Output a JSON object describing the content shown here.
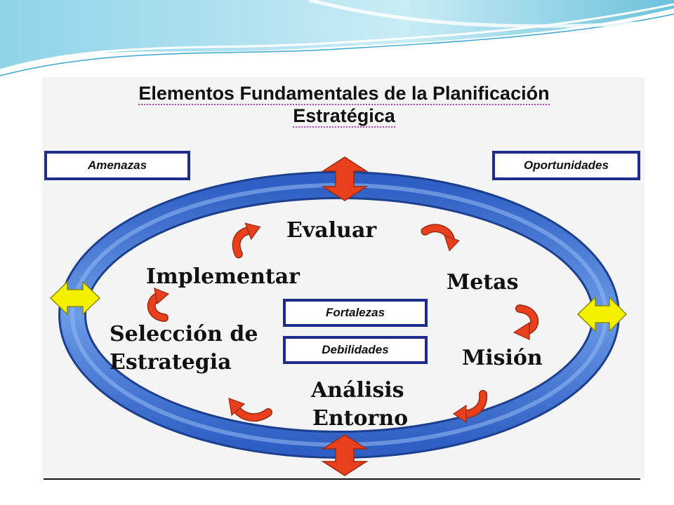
{
  "title": {
    "line1": "Elementos Fundamentales de la Planificación",
    "line2": "Estratégica"
  },
  "boxes": {
    "threats": "Amenazas",
    "opportunities": "Oportunidades",
    "strengths": "Fortalezas",
    "weaknesses": "Debilidades"
  },
  "cycle": {
    "evaluate": "Evaluar",
    "goals": "Metas",
    "mission": "Misión",
    "analysis_line1": "Análisis",
    "analysis_line2": "Entorno",
    "selection_line1": "Selección de",
    "selection_line2": "Estrategia",
    "implement": "Implementar"
  },
  "colors": {
    "ring": "#3a6fd1",
    "ring_light": "#7aa6ec",
    "vertical_arrow": "#e8401c",
    "horizontal_arrow": "#f5f000",
    "cycle_arrow": "#e8401c",
    "box_border": "#1f2d8a",
    "banner": "#7fc8e0"
  }
}
